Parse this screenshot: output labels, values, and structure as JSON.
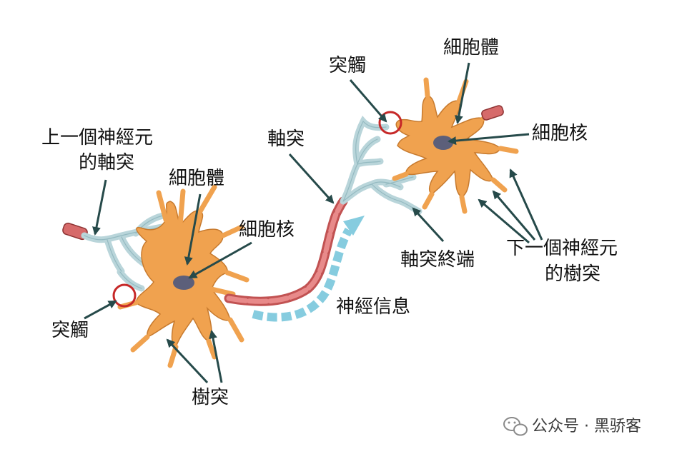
{
  "labels": {
    "prev_axon_line1": "上一個神經元",
    "prev_axon_line2": "的軸突",
    "soma_left": "細胞體",
    "nucleus_left": "細胞核",
    "synapse_left": "突觸",
    "dendrite_left": "樹突",
    "axon": "軸突",
    "synapse_right": "突觸",
    "soma_right": "細胞體",
    "nucleus_right": "細胞核",
    "axon_terminal": "軸突終端",
    "next_dendrite_line1": "下一個神經元",
    "next_dendrite_line2": "的樹突",
    "nerve_signal": "神經信息"
  },
  "watermark": {
    "icon": "wechat-icon",
    "text": "公众号 · 黑骄客"
  },
  "colors": {
    "cell_body": "#f0a24f",
    "nucleus": "#5c5f7a",
    "axon_terminal": "#b9d5da",
    "axon_myelin": "#d66a6a",
    "signal_arrow": "#86ccdf",
    "synapse_circle": "#c62828",
    "pointer": "#264a4a"
  }
}
